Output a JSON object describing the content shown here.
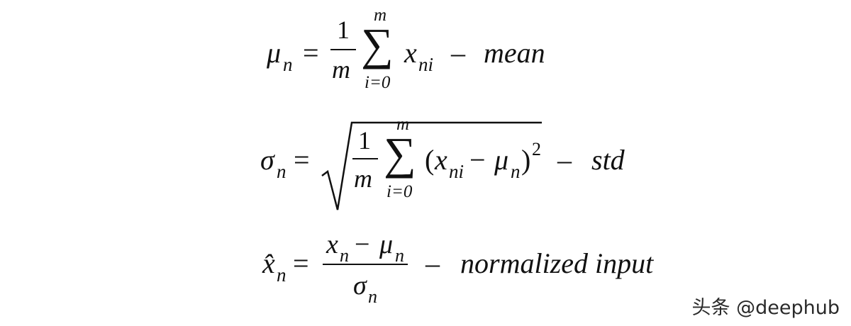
{
  "equations": {
    "mean": {
      "lhs": "μ",
      "lhs_sub": "n",
      "eq": "=",
      "frac_num": "1",
      "frac_den": "m",
      "sum_symbol": "∑",
      "sum_upper": "m",
      "sum_lower": "i=0",
      "term": "x",
      "term_sub": "ni",
      "dash": "–",
      "label": "mean"
    },
    "std": {
      "lhs": "σ",
      "lhs_sub": "n",
      "eq": "=",
      "frac_num": "1",
      "frac_den": "m",
      "sum_symbol": "∑",
      "sum_upper": "m",
      "sum_lower": "i=0",
      "paren_open": "(",
      "term_x": "x",
      "term_x_sub": "ni",
      "minus": "−",
      "term_mu": "μ",
      "term_mu_sub": "n",
      "paren_close": ")",
      "power": "2",
      "dash": "–",
      "label": "std"
    },
    "normalized": {
      "lhs": "x̂",
      "lhs_sub": "n",
      "eq": "=",
      "num_x": "x",
      "num_x_sub": "n",
      "num_minus": "−",
      "num_mu": "μ",
      "num_mu_sub": "n",
      "den": "σ",
      "den_sub": "n",
      "dash": "–",
      "label": "normalized input"
    }
  },
  "watermark": "头条 @deephub"
}
